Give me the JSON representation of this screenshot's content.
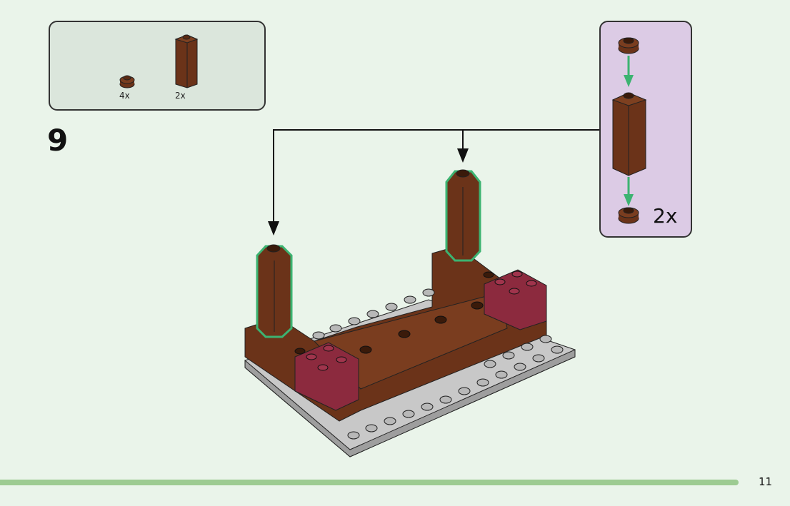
{
  "page": {
    "step_number": "9",
    "page_number": "11",
    "colors": {
      "background": "#eaf4ea",
      "parts_box": "#dbe6dc",
      "submodel_box": "#dccbe5",
      "footer_bar": "#9dcb92",
      "brown_brick": "#6b3319",
      "dark_red_brick": "#8c2a3e",
      "gray_plate": "#c8c8c8",
      "highlight_outline": "#3cb371"
    }
  },
  "parts_list": {
    "items": [
      {
        "name": "round-plate-1x1-brown",
        "quantity": "4x"
      },
      {
        "name": "brick-1x1x3-brown",
        "quantity": "2x"
      }
    ]
  },
  "submodel": {
    "quantity": "2x",
    "parts": [
      "round-plate-1x1-brown",
      "brick-1x1x3-brown",
      "round-plate-1x1-brown"
    ]
  }
}
